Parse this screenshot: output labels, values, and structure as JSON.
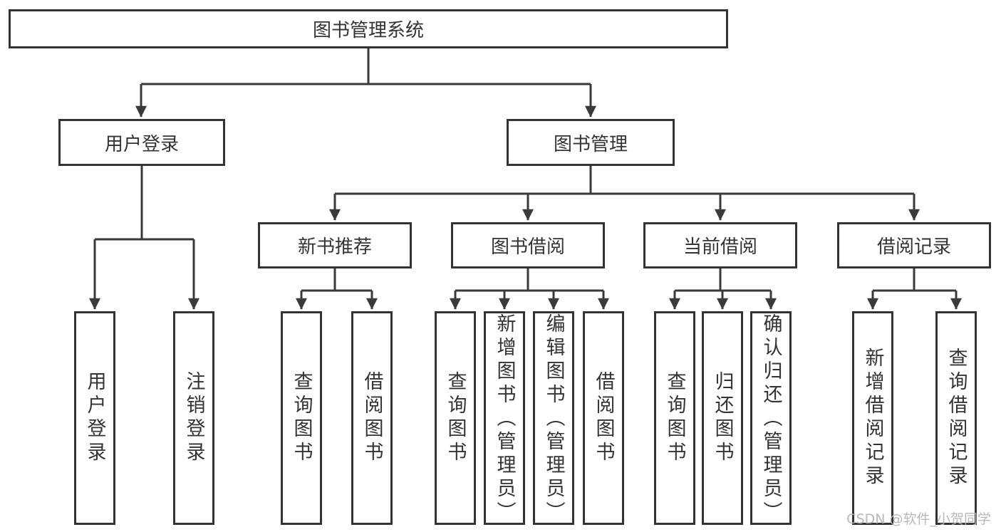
{
  "nodes": {
    "root": {
      "label": "图书管理系统"
    },
    "user_login": {
      "label": "用户登录"
    },
    "book_mgmt": {
      "label": "图书管理"
    },
    "new_books": {
      "label": "新书推荐"
    },
    "book_borrow": {
      "label": "图书借阅"
    },
    "current_borrow": {
      "label": "当前借阅"
    },
    "borrow_records": {
      "label": "借阅记录"
    },
    "leaf_user_login": {
      "label": "用户登录"
    },
    "leaf_logout": {
      "label": "注销登录"
    },
    "leaf_nb_query": {
      "label": "查询图书"
    },
    "leaf_nb_borrow": {
      "label": "借阅图书"
    },
    "leaf_bb_query": {
      "label": "查询图书"
    },
    "leaf_bb_add": {
      "label": "新增图书（管理员）"
    },
    "leaf_bb_edit": {
      "label": "编辑图书（管理员）"
    },
    "leaf_bb_borrow": {
      "label": "借阅图书"
    },
    "leaf_cb_query": {
      "label": "查询图书"
    },
    "leaf_cb_return": {
      "label": "归还图书"
    },
    "leaf_cb_confirm": {
      "label": "确认归还（管理员）"
    },
    "leaf_br_add": {
      "label": "新增借阅记录"
    },
    "leaf_br_query": {
      "label": "查询借阅记录"
    }
  },
  "watermark": {
    "text": "CSDN @软件_小贺同学"
  },
  "colors": {
    "border": "#333333",
    "line": "#3a3a3a",
    "text": "#333333",
    "watermark": "#b5b5b5",
    "background": "#ffffff"
  }
}
